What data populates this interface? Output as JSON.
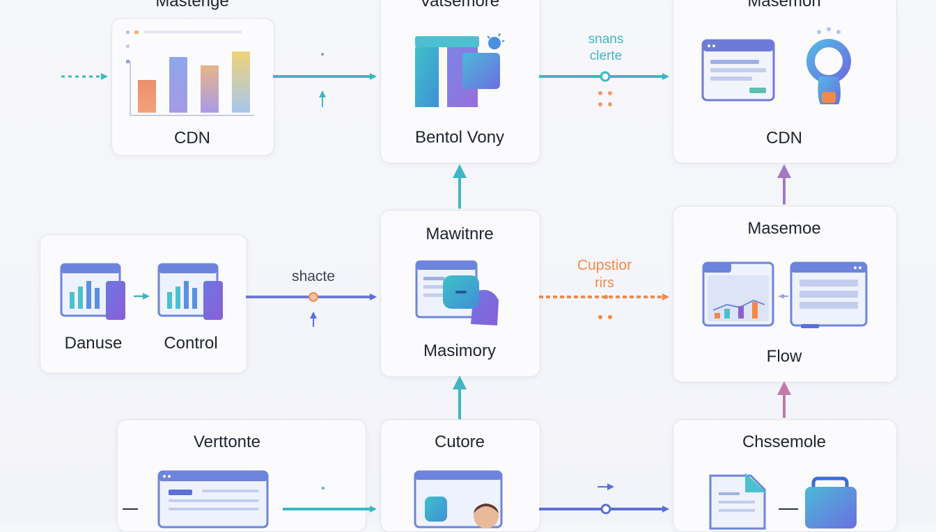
{
  "nodes": {
    "top_left": {
      "title": "Masterige",
      "caption": "CDN"
    },
    "top_mid": {
      "title": "Vatsemore",
      "caption": "Bentol Vony"
    },
    "top_right": {
      "title": "Masemon",
      "caption": "CDN"
    },
    "mid_left": {
      "caption_left": "Danuse",
      "caption_right": "Control"
    },
    "mid_mid": {
      "title": "Mawitnre",
      "caption": "Masimory"
    },
    "mid_right": {
      "title": "Masemoe",
      "caption": "Flow"
    },
    "bot_left": {
      "title": "Verttonte"
    },
    "bot_mid": {
      "title": "Cutore"
    },
    "bot_right": {
      "title": "Chssemole"
    }
  },
  "edges": {
    "top_right_label_1": "snans",
    "top_right_label_2": "clerte",
    "mid_left_label": "shacte",
    "mid_right_label_1": "Cupstior",
    "mid_right_label_2": "rirs"
  },
  "colors": {
    "teal": "#3fb6c4",
    "blue": "#5b6fd8",
    "orange": "#ef8a4a",
    "purple": "#a27ac4",
    "mauve": "#c07aa8"
  }
}
